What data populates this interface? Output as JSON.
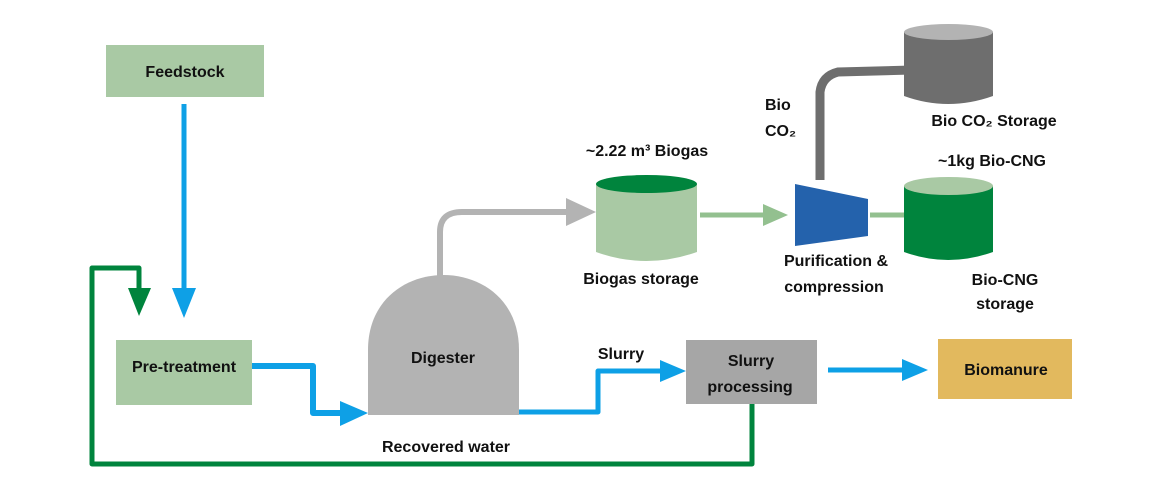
{
  "nodes": {
    "feedstock": "Feedstock",
    "pretreatment": "Pre-treatment",
    "digester": "Digester",
    "biogas_amount": "~2.22 m³ Biogas",
    "biogas_storage": "Biogas  storage",
    "purification_line1": "Purification &",
    "purification_line2": "compression",
    "bio_co2_line1": "Bio",
    "bio_co2_line2": "CO₂",
    "bio_co2_storage": "Bio  CO₂ Storage",
    "biocng_amount": "~1kg  Bio-CNG",
    "biocng_storage_line1": "Bio-CNG",
    "biocng_storage_line2": "storage",
    "slurry": "Slurry",
    "slurry_processing_line1": "Slurry",
    "slurry_processing_line2": "processing",
    "biomanure": "Biomanure",
    "recovered_water": "Recovered  water"
  },
  "colors": {
    "light_green": "#a9c9a4",
    "dark_green": "#00843d",
    "blue_flow": "#0ea0e6",
    "gray": "#b3b3b3",
    "dark_gray": "#6e6e6e",
    "compressor_blue": "#2462ac",
    "arrow_green": "#93c08f",
    "biomanure": "#e2b95e",
    "slurry_box": "#a6a6a6"
  }
}
